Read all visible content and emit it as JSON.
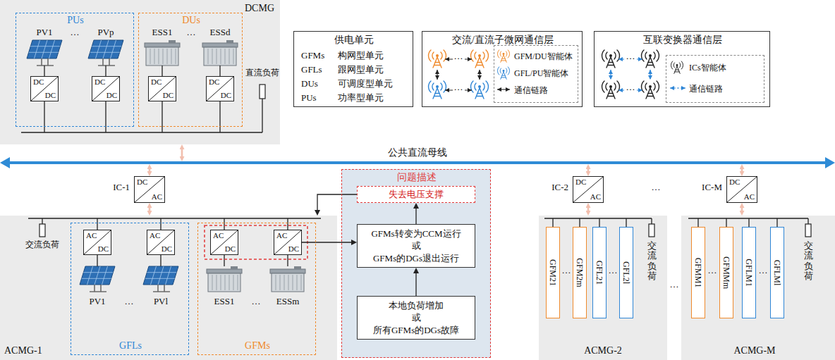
{
  "diagram": {
    "nodes": [
      {
        "text": [
          "DCMG"
        ]
      },
      {
        "text": [
          "PUs"
        ],
        "in": 0
      },
      {
        "text": [
          "DC",
          "DC"
        ],
        "in": 1
      },
      {
        "text": [
          "DC",
          "DC"
        ],
        "in": 1
      },
      {
        "text": [
          "DUs"
        ],
        "in": 0
      },
      {
        "text": [
          "DC",
          "DC"
        ],
        "in": 4
      },
      {
        "text": [
          "DC",
          "DC"
        ],
        "in": 4
      },
      {
        "text": [
          "供电单元",
          "GFMs",
          "构网型单元",
          "GFLs",
          "跟网型单元",
          "DUs",
          "可调度型单元",
          "PUs",
          "功率型单元"
        ]
      },
      {
        "text": [
          "交流/直流子微网通信层"
        ]
      },
      {
        "text": [
          "GFM/DU智能体",
          "GFL/PU智能体",
          "通信链路"
        ],
        "in": 8
      },
      {
        "text": [
          "互联变换器通信层"
        ]
      },
      {
        "text": [
          "ICs智能体",
          "通信链路"
        ],
        "in": 10
      },
      {
        "text": [
          "公共直流母线"
        ]
      },
      {
        "text": [
          "DC",
          "AC"
        ]
      },
      {
        "text": [
          "问题描述"
        ]
      },
      {
        "text": [
          "失去电压支撑"
        ],
        "in": 14
      },
      {
        "text": [
          "GFMs转变为CCM运行 或 GFMs的DGs退出运行"
        ],
        "in": 14
      },
      {
        "text": [
          "本地负荷增加 或 所有GFMs的DGs故障"
        ],
        "in": 14
      },
      {
        "text": [
          "DC",
          "AC"
        ]
      },
      {
        "text": [
          "DC",
          "AC"
        ]
      },
      {
        "text": [
          "ACMG-1"
        ]
      },
      {
        "text": [
          "GFLs"
        ],
        "in": 20
      },
      {
        "text": [
          "AC",
          "DC"
        ],
        "in": 21
      },
      {
        "text": [
          "AC",
          "DC"
        ],
        "in": 21
      },
      {
        "text": [
          "GFMs"
        ],
        "in": 20
      },
      {
        "text": [
          "AC",
          "DC"
        ],
        "in": 24
      },
      {
        "text": [
          "AC",
          "DC"
        ],
        "in": 24
      },
      {
        "text": [
          "ACMG-2"
        ]
      },
      {
        "text": [
          "GFM21"
        ],
        "in": 27
      },
      {
        "text": [
          "GFM2m"
        ],
        "in": 27
      },
      {
        "text": [
          "GFL21"
        ],
        "in": 27
      },
      {
        "text": [
          "GFL2l"
        ],
        "in": 27
      },
      {
        "text": [
          "ACMG-M"
        ]
      },
      {
        "text": [
          "GFMM1"
        ],
        "in": 32
      },
      {
        "text": [
          "GFMMm"
        ],
        "in": 32
      },
      {
        "text": [
          "GFLM1"
        ],
        "in": 32
      },
      {
        "text": [
          "GFLMl"
        ],
        "in": 32
      }
    ],
    "edges": [
      {
        "from": 0,
        "to": 12,
        "arrow": "both"
      },
      {
        "from": 12,
        "to": 13,
        "arrow": "both"
      },
      {
        "from": 13,
        "to": 20,
        "arrow": "both"
      },
      {
        "from": 12,
        "to": 18,
        "arrow": "both"
      },
      {
        "from": 18,
        "to": 27,
        "arrow": "both"
      },
      {
        "from": 12,
        "to": 19,
        "arrow": "both"
      },
      {
        "from": 19,
        "to": 32,
        "arrow": "both"
      },
      {
        "from": 26,
        "to": 16,
        "arrow": "to"
      },
      {
        "from": 17,
        "to": 16,
        "arrow": "to"
      },
      {
        "from": 16,
        "to": 15,
        "arrow": "to"
      },
      {
        "from": 15,
        "to": 20,
        "arrow": "to"
      }
    ],
    "labels": [
      "PV1",
      "…",
      "PVp",
      "ESS1",
      "…",
      "ESSd",
      "直流负荷",
      "…",
      "…",
      "…",
      "…",
      "IC-1",
      "IC-2",
      "…",
      "IC-M",
      "交流负荷",
      "PV1",
      "…",
      "PVl",
      "ESS1",
      "…",
      "ESSm",
      "…",
      "…",
      "交流负荷",
      "…",
      "…",
      "…",
      "交流负荷"
    ]
  }
}
